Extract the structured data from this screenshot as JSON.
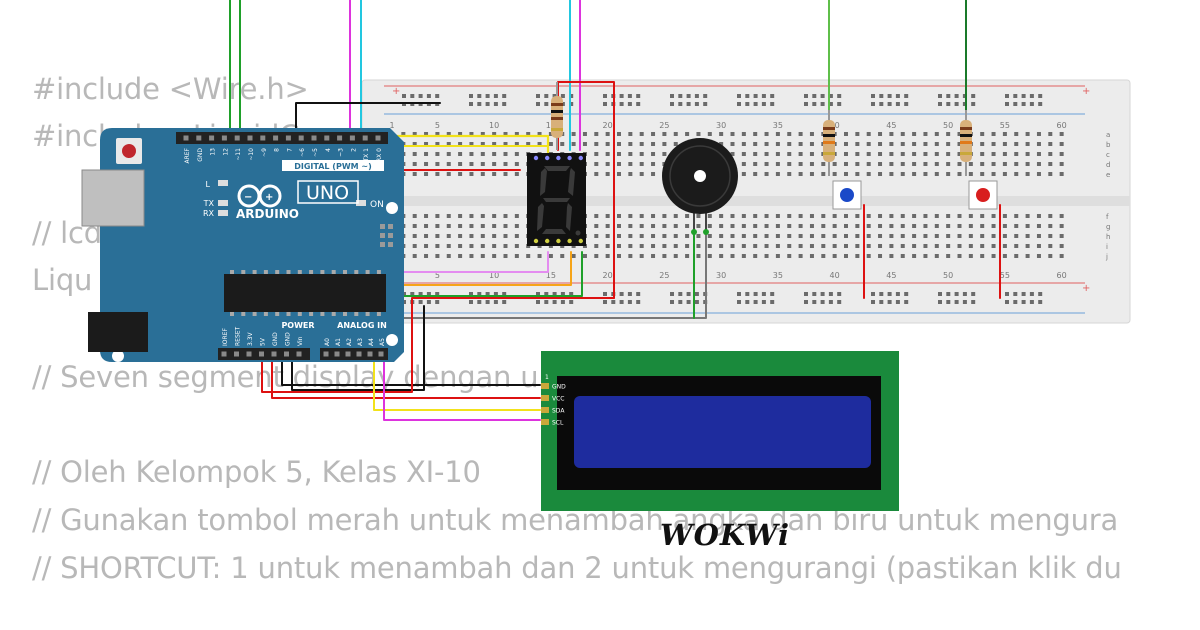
{
  "code_lines": [
    "#include <Wire.h>",
    "#include <LiquidC",
    "// lcd",
    "Liqu",
    "// Seven segment display dengan u                          ading, dan LCD",
    "// Oleh Kelompok 5, Kelas XI-10",
    "// Gunakan tombol merah untuk menambah angka dan biru untuk mengura",
    "// SHORTCUT: 1 untuk menambah dan 2 untuk mengurangi (pastikan klik du"
  ],
  "arduino": {
    "brand": "ARDUINO",
    "model": "UNO",
    "digital_label": "DIGITAL (PWM ~)",
    "power_label": "POWER",
    "analog_label": "ANALOG IN",
    "on_label": "ON",
    "l_label": "L",
    "tx_label": "TX",
    "rx_label": "RX",
    "top_pin_labels": [
      "AREF",
      "GND",
      "13",
      "12",
      "~11",
      "~10",
      "~9",
      "8",
      "7",
      "~6",
      "~5",
      "4",
      "~3",
      "2",
      "TX 1",
      "RX 0"
    ],
    "power_pin_labels": [
      "IOREF",
      "RESET",
      "3.3V",
      "5V",
      "GND",
      "GND",
      "Vin"
    ],
    "analog_pin_labels": [
      "A0",
      "A1",
      "A2",
      "A3",
      "A4",
      "A5"
    ]
  },
  "breadboard": {
    "column_numbers": [
      "1",
      "5",
      "10",
      "15",
      "20",
      "25",
      "30",
      "35",
      "40",
      "45",
      "50",
      "55",
      "60"
    ],
    "row_letters_top": [
      "a",
      "b",
      "c",
      "d",
      "e"
    ],
    "row_letters_bottom": [
      "f",
      "g",
      "h",
      "i",
      "j"
    ],
    "plus": "+",
    "minus": "−"
  },
  "seven_segment": {
    "digit": "8",
    "lit_segments": []
  },
  "lcd": {
    "pins": [
      "GND",
      "VCC",
      "SDA",
      "SCL"
    ],
    "pin1_marker": "1",
    "screen_color": "#1e2c9e",
    "board_color": "#1a8a3c"
  },
  "buttons": [
    {
      "name": "blue",
      "color": "#1a49c8"
    },
    {
      "name": "red",
      "color": "#d81e1e"
    }
  ],
  "logo": "WOKWi",
  "colors": {
    "board_blue": "#2a6f97",
    "wire_green": "#1fa02a",
    "wire_magenta": "#dd33dd",
    "wire_cyan": "#22c7e0",
    "wire_red": "#dd1111",
    "wire_yellow": "#f2e21a",
    "wire_orange": "#f6a418",
    "wire_violet": "#e48cf0",
    "wire_black": "#111111",
    "wire_gray": "#777777"
  }
}
